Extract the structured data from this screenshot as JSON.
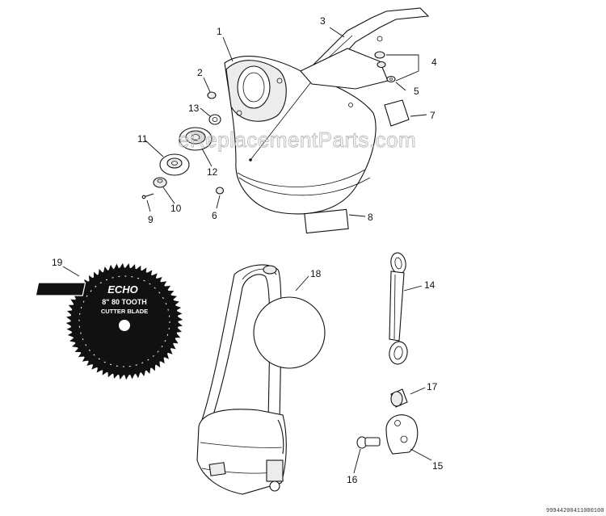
{
  "watermark": "eReplacementParts.com",
  "part_numbers": [
    "1",
    "2",
    "3",
    "4",
    "5",
    "6",
    "7",
    "8",
    "9",
    "10",
    "11",
    "12",
    "13",
    "14",
    "15",
    "16",
    "17",
    "18",
    "19"
  ],
  "blade": {
    "brand": "ECHO",
    "line1": "8\" 80 TOOTH",
    "line2": "CUTTER BLADE"
  },
  "diagram_code": "99944200411000100"
}
